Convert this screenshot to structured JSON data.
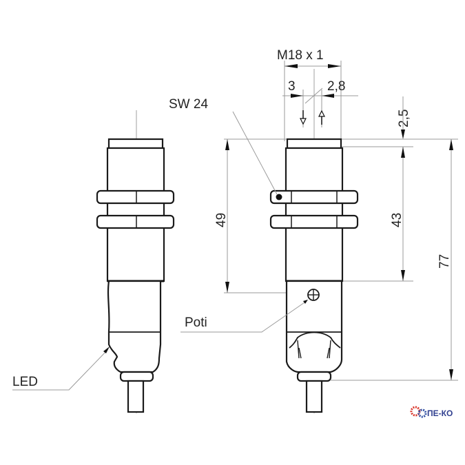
{
  "labels": {
    "thread": "M18 x 1",
    "dim_left": "3",
    "dim_right": "2,8",
    "top_offset": "2,5",
    "wrench": "SW 24",
    "length_49": "49",
    "length_43": "43",
    "length_77": "77",
    "poti": "Poti",
    "led": "LED"
  },
  "logo": {
    "text": "ПЕ-КО",
    "gear_color": "#d9362b",
    "gear_color_2": "#2f4fa3",
    "text_color": "#2f3f8f"
  }
}
